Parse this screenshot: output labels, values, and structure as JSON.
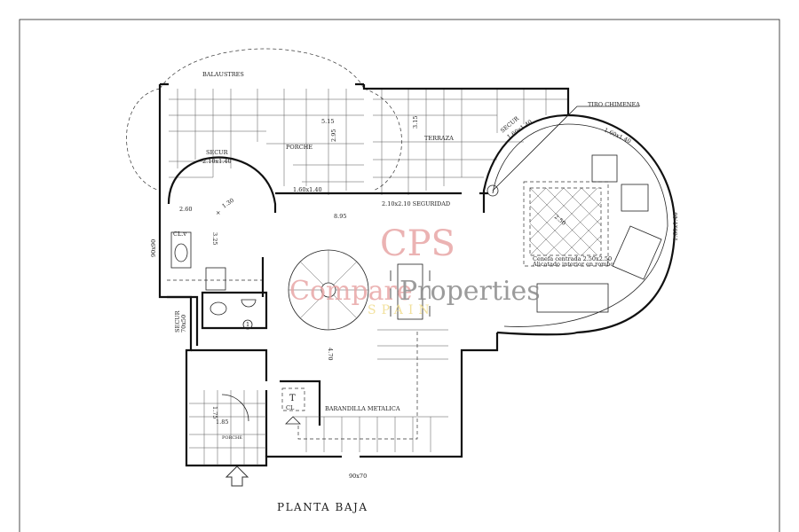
{
  "drawing": {
    "title": "PLANTA BAJA",
    "labels": {
      "balaustres": "BALAUSTRES",
      "porche_top": "PORCHE",
      "terraza": "TERRAZA",
      "tiro_chimenea": "TIRO CHIMENEA",
      "secur_top": "SECUR",
      "door_top": "2.10x1.40",
      "window_porche": "1.60x1.40",
      "window_seguridad": "2.10x2.10 SEGURIDAD",
      "window_living_1": "1.60x1.40",
      "window_living_2": "1.60x1.40",
      "window_living_3": "1.60x1.40",
      "secur_living": "SECUR",
      "rug_note_1": "Cenefa centrada 2.50x2.50",
      "rug_note_2": "Alicatado interior en rombo",
      "cl_kitchen": "CL.v",
      "window_kitchen": "90x90",
      "secur_bath": "SECUR",
      "window_bath": "70x50",
      "cl_stair": "CL",
      "stair_t": "T",
      "barandilla": "BARANDILLA METALICA",
      "porche_entry": "PORCHE",
      "window_bottom": "90x70",
      "bath_number": "1"
    },
    "dimensions": {
      "d_515": "5.15",
      "d_295": "2.95",
      "d_315": "3.15",
      "d_130": "1.30",
      "d_260": "2.60",
      "d_895": "8.95",
      "d_325": "3.25",
      "d_250": "2.50",
      "d_470": "4.70",
      "d_175": "1.75",
      "d_185": "1.85"
    }
  },
  "watermark": {
    "monogram": "CPS",
    "brand_1": "Compare",
    "brand_2": "Properties",
    "brand_3": "SPAIN",
    "colors": {
      "red": "#e8a6a6",
      "gray": "#8a8a8a",
      "gold": "#f0dc8c"
    }
  }
}
